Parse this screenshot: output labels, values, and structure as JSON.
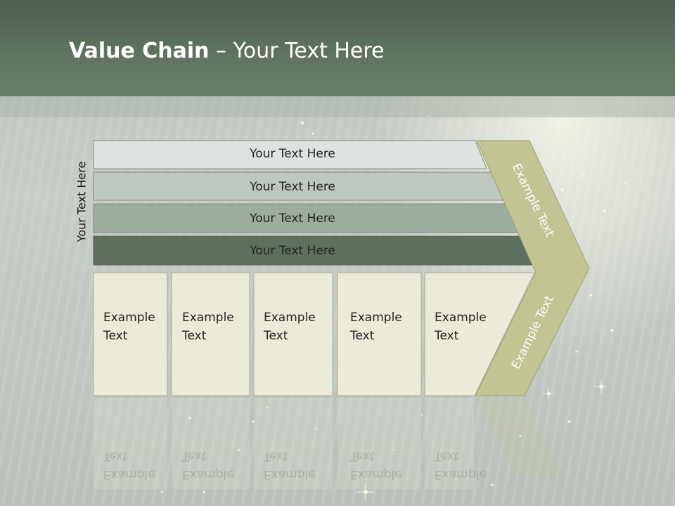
{
  "slide": {
    "title_bold": "Value Chain",
    "title_rest": " – Your Text Here",
    "side_label": "Your Text Here",
    "bars": [
      {
        "label": "Your Text Here",
        "color": "#dfe3df"
      },
      {
        "label": "Your Text Here",
        "color": "#bfc8bf"
      },
      {
        "label": "Your Text Here",
        "color": "#9eac9e"
      },
      {
        "label": "Your Text Here",
        "color": "#5f705f"
      }
    ],
    "cells": [
      {
        "line1": "Example",
        "line2": "Text"
      },
      {
        "line1": "Example",
        "line2": "Text"
      },
      {
        "line1": "Example",
        "line2": "Text"
      },
      {
        "line1": "Example",
        "line2": "Text"
      },
      {
        "line1": "Example",
        "line2": "Text"
      }
    ],
    "chevron_top_label": "Example Text",
    "chevron_bottom_label": "Example Text",
    "colors": {
      "header": "#5d6f5e",
      "cell_fill": "#ecebd9",
      "chevron_fill": "#c2c494"
    }
  }
}
